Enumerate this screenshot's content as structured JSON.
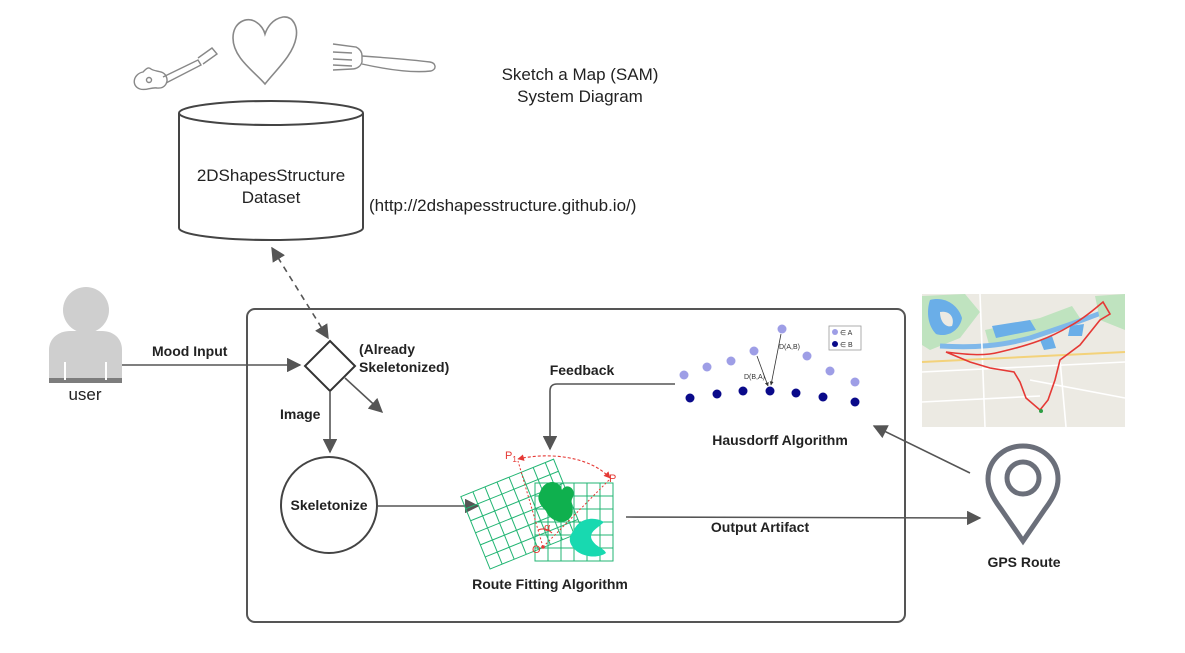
{
  "title": {
    "line1": "Sketch a Map (SAM)",
    "line2": "System Diagram"
  },
  "database": {
    "line1": "2DShapesStructure",
    "line2": "Dataset",
    "url": "(http://2dshapesstructure.github.io/)"
  },
  "user": {
    "label": "user"
  },
  "edges": {
    "mood_input": "Mood Input",
    "image": "Image",
    "already_line1": "(Already",
    "already_line2": "Skeletonized)",
    "feedback": "Feedback",
    "output_artifact": "Output Artifact"
  },
  "nodes": {
    "skeletonize": "Skeletonize",
    "route_fitting": "Route Fitting Algorithm",
    "hausdorff": "Hausdorff Algorithm",
    "gps_route": "GPS Route"
  },
  "hausdorff_figure": {
    "label_ab": "D(A,B)",
    "label_ba": "D(B,A)",
    "legend_a": "∈ A",
    "legend_b": "∈ B"
  },
  "route_figure": {
    "label_p1": "P",
    "label_p1_sub": "1",
    "label_p": "P",
    "label_alpha": "α",
    "label_o": "O"
  },
  "colors": {
    "point_a": "#9e9ee6",
    "point_b": "#0a0a8a",
    "grid": "#22b573",
    "shape_dark": "#0fb04e",
    "shape_light": "#18d9b0",
    "route_red": "#e53935",
    "pin": "#6b6f7a"
  }
}
